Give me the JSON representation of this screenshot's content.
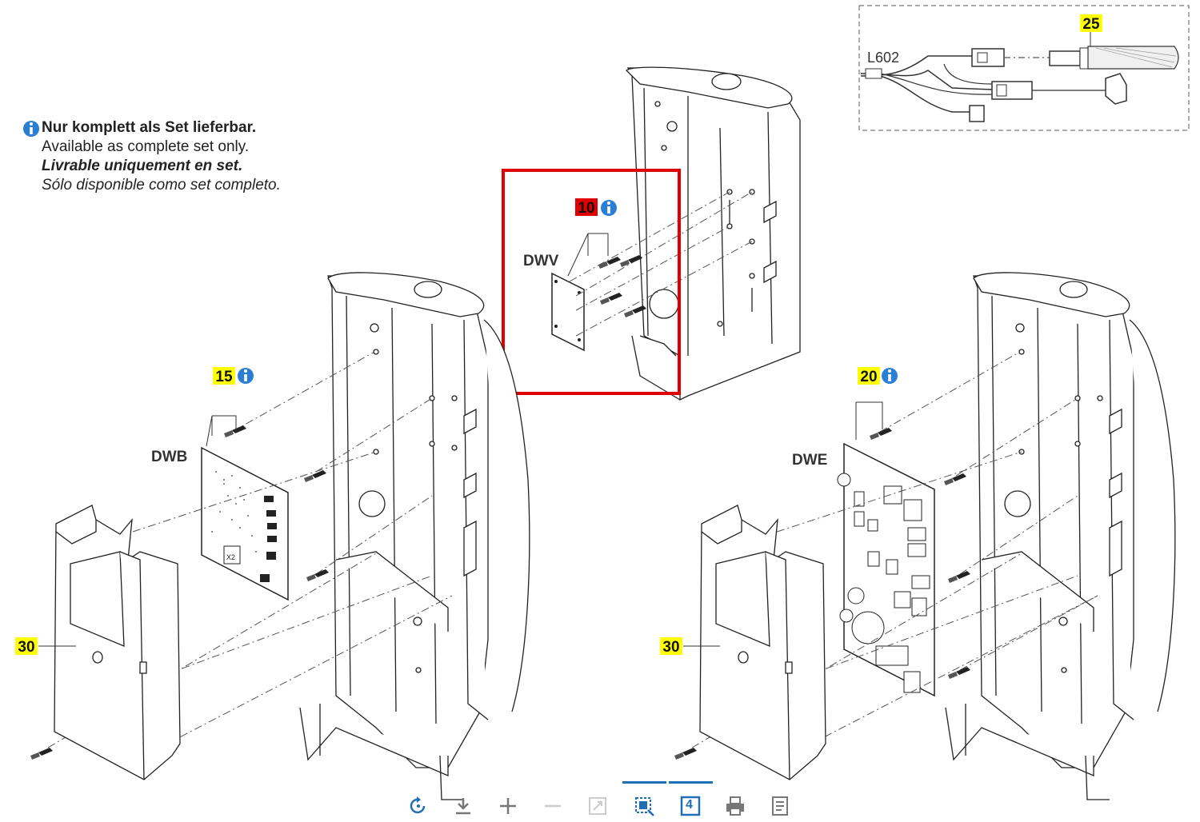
{
  "note": {
    "line1": "Nur komplett als Set lieferbar.",
    "line2": "Available as complete set only.",
    "line3": "Livrable uniquement en set.",
    "line4": "Sólo disponible como set completo."
  },
  "callouts": {
    "c10": "10",
    "c15": "15",
    "c20": "20",
    "c25": "25",
    "c30_left": "30",
    "c30_right": "30"
  },
  "labels": {
    "dwv": "DWV",
    "dwb": "DWB",
    "dwe": "DWE",
    "l602": "L602",
    "x2": "X2"
  },
  "colors": {
    "callout_yellow": "#ffff00",
    "callout_red": "#e00000",
    "highlight_red": "#e00000",
    "info_blue": "#2a7fd4",
    "toolbar_accent": "#1f6fb5"
  },
  "toolbar": {
    "items": [
      "rotate-icon",
      "download-icon",
      "zoom-in-icon",
      "zoom-out-icon",
      "fit-icon",
      "select-area-icon",
      "page-number-icon",
      "print-icon",
      "notes-icon"
    ],
    "page_number": "4"
  }
}
